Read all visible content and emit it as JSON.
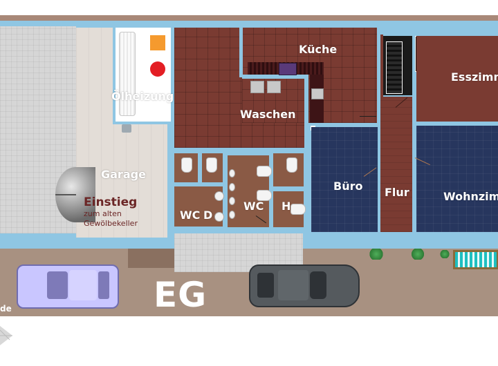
{
  "floor_label": "EG",
  "rooms": {
    "kueche": "Küche",
    "esszimmer": "Esszimm",
    "oelheizung": "Ölheizung",
    "waschen": "Waschen",
    "garage": "Garage",
    "buero": "Büro",
    "flur": "Flur",
    "wohnzimmer": "Wohnzimm",
    "wc1": "WC",
    "dusche": "D",
    "wc2": "WC",
    "h": "H"
  },
  "einstieg": {
    "title": "Einstieg",
    "line1": "zum alten",
    "line2": "Gewölbekeller"
  },
  "edge_text": "de",
  "colors": {
    "wall": "#8fc6e3",
    "tile_floor": "#7a3b32",
    "carpet_blue": "#27365e",
    "ground": "#a89181",
    "einstieg_text": "#6b2626",
    "heater_orange": "#f59a2e",
    "heater_red": "#e31e24"
  }
}
